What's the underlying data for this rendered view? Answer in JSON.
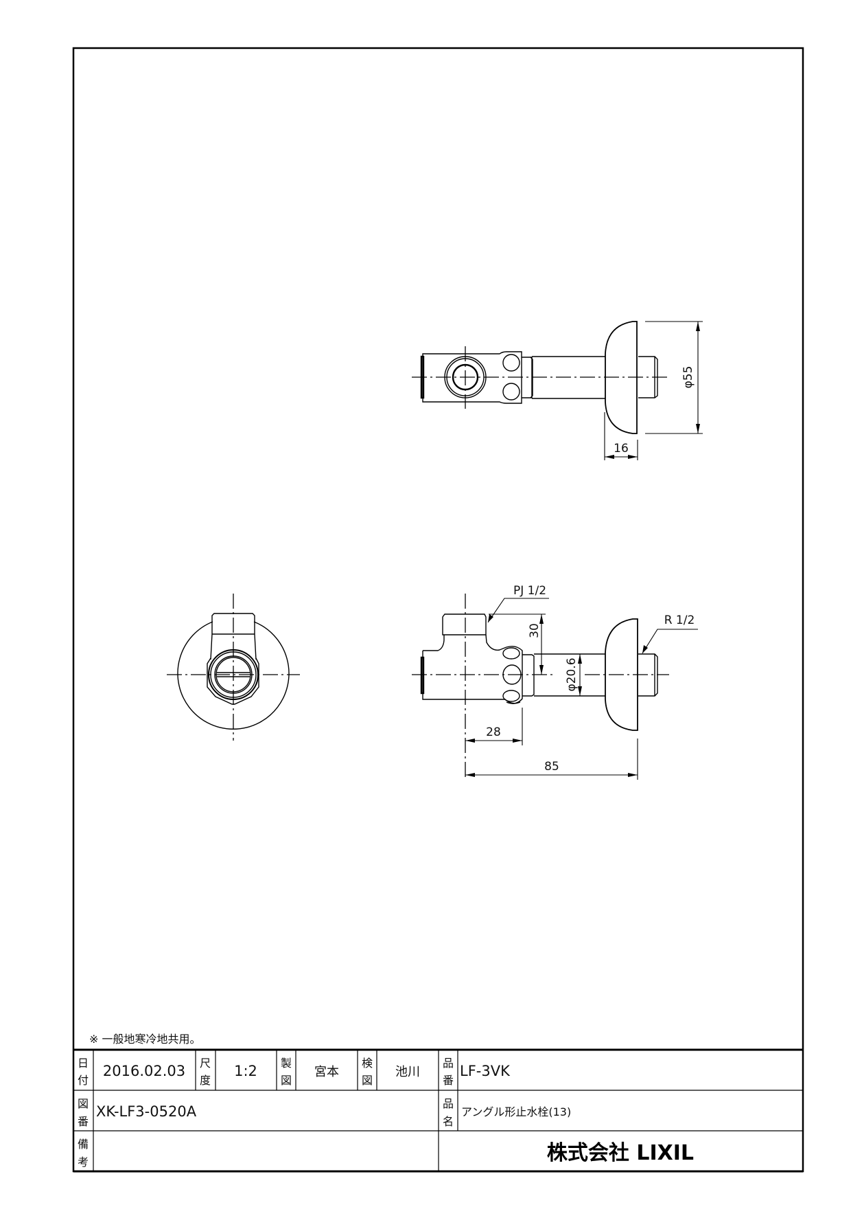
{
  "drawing": {
    "dimensions": {
      "flange_diameter": "φ55",
      "flange_thickness": "16",
      "inlet_height": "30",
      "pipe_diameter": "φ20.6",
      "body_offset": "28",
      "overall_length": "85",
      "inlet_thread": "PJ 1/2",
      "outlet_thread": "R 1/2"
    }
  },
  "note": "※ 一般地寒冷地共用。",
  "title_block": {
    "date_label_1": "日",
    "date_label_2": "付",
    "date": "2016.02.03",
    "scale_label_1": "尺",
    "scale_label_2": "度",
    "scale": "1:2",
    "drawn_label_1": "製",
    "drawn_label_2": "図",
    "drawn_by": "宮本",
    "checked_label_1": "検",
    "checked_label_2": "図",
    "checked_by": "池川",
    "part_no_label_1": "品",
    "part_no_label_2": "番",
    "part_no": "LF-3VK",
    "drawing_no_label_1": "図",
    "drawing_no_label_2": "番",
    "drawing_no": "XK-LF3-0520A",
    "part_name_label_1": "品",
    "part_name_label_2": "名",
    "part_name": "アングル形止水栓(13)",
    "remarks_label_1": "備",
    "remarks_label_2": "考",
    "company": "株式会社 LIXIL"
  }
}
